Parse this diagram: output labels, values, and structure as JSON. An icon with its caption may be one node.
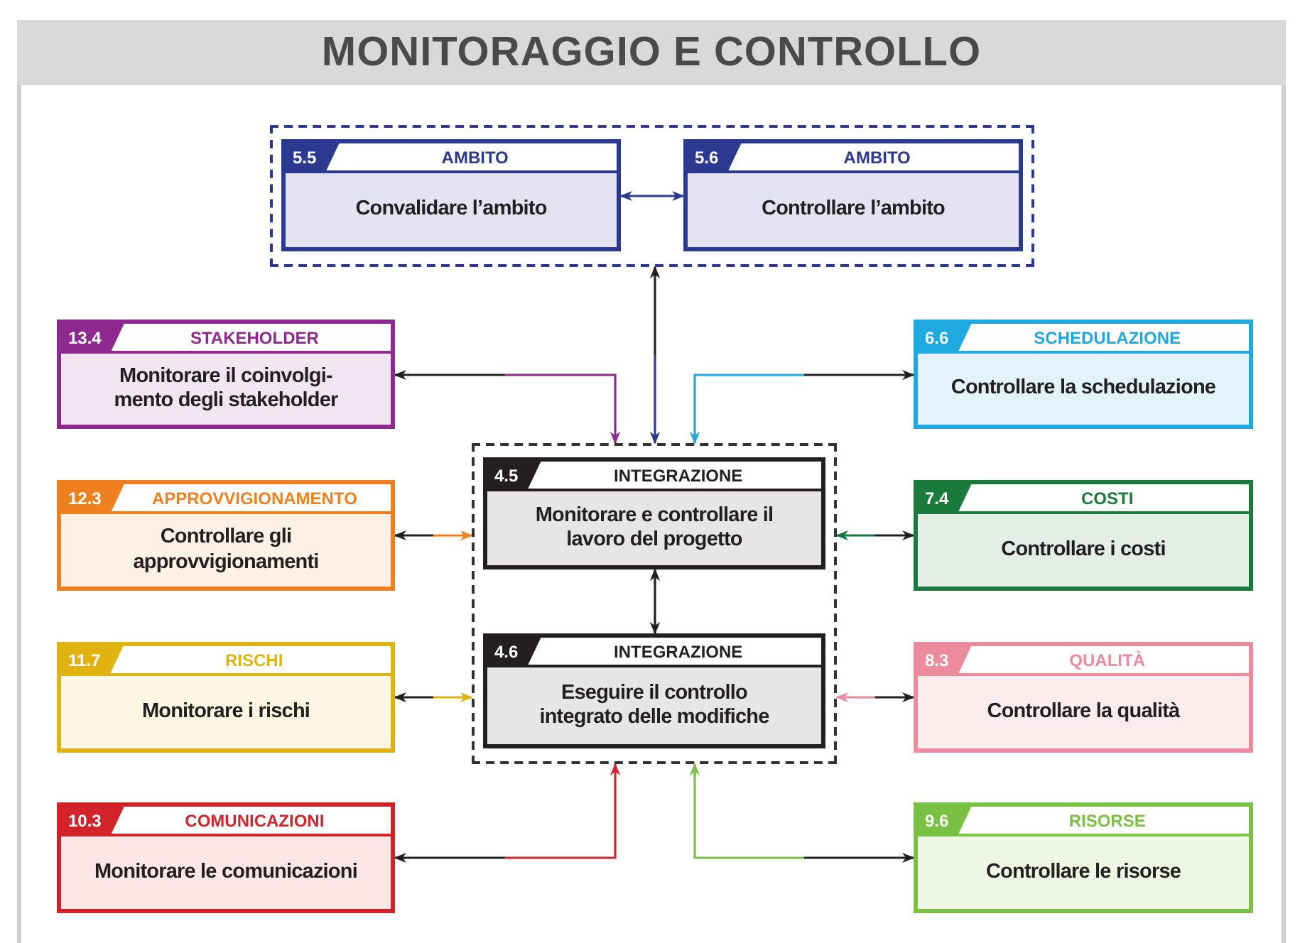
{
  "diagram": {
    "title": "MONITORAGGIO E CONTROLLO",
    "nodes": [
      {
        "text": [],
        "shape": "box"
      },
      {
        "text": [
          "5.5",
          "AMBITO",
          "Convalidare l’ambito"
        ],
        "in": 0
      },
      {
        "text": [
          "5.6",
          "AMBITO",
          "Controllare l’ambito"
        ],
        "in": 0
      },
      {
        "text": [
          "13.4",
          "STAKEHOLDER",
          "Monitorare il coinvolgi- mento degli stakeholder"
        ]
      },
      {
        "text": [
          "6.6",
          "SCHEDULAZIONE",
          "Controllare la schedulazione"
        ]
      },
      {
        "text": [],
        "shape": "box"
      },
      {
        "text": [
          "4.5",
          "INTEGRAZIONE",
          "Monitorare e controllare il lavoro del progetto"
        ],
        "in": 5
      },
      {
        "text": [
          "4.6",
          "INTEGRAZIONE",
          "Eseguire il controllo integrato delle modifiche"
        ],
        "in": 5
      },
      {
        "text": [
          "12.3",
          "APPROVVIGIONAMENTO",
          "Controllare gli approvvigionamenti"
        ]
      },
      {
        "text": [
          "7.4",
          "COSTI",
          "Controllare i costi"
        ]
      },
      {
        "text": [
          "11.7",
          "RISCHI",
          "Monitorare i rischi"
        ]
      },
      {
        "text": [
          "8.3",
          "QUALITÀ",
          "Controllare la qualità"
        ]
      },
      {
        "text": [
          "10.3",
          "COMUNICAZIONI",
          "Monitorare le comunicazioni"
        ]
      },
      {
        "text": [
          "9.6",
          "RISORSE",
          "Controllare le risorse"
        ]
      }
    ],
    "edges": [
      {
        "from": 1,
        "to": 2,
        "arrow": "both",
        "color": "#2b3990"
      },
      {
        "from": 5,
        "to": 0,
        "arrow": "both",
        "color": "#2b3990"
      },
      {
        "from": 5,
        "to": 3,
        "arrow": "both",
        "color": "#8e2a8f"
      },
      {
        "from": 5,
        "to": 4,
        "arrow": "both",
        "color": "#1fa9e1"
      },
      {
        "from": 5,
        "to": 8,
        "arrow": "both",
        "color": "#f0801f"
      },
      {
        "from": 5,
        "to": 9,
        "arrow": "both",
        "color": "#1a7a3c"
      },
      {
        "from": 5,
        "to": 10,
        "arrow": "both",
        "color": "#e0b311"
      },
      {
        "from": 5,
        "to": 11,
        "arrow": "both",
        "color": "#ec8a9e"
      },
      {
        "from": 5,
        "to": 12,
        "arrow": "both",
        "color": "#d2232a"
      },
      {
        "from": 5,
        "to": 13,
        "arrow": "both",
        "color": "#7ac143"
      },
      {
        "from": 6,
        "to": 7,
        "arrow": "both"
      }
    ]
  }
}
